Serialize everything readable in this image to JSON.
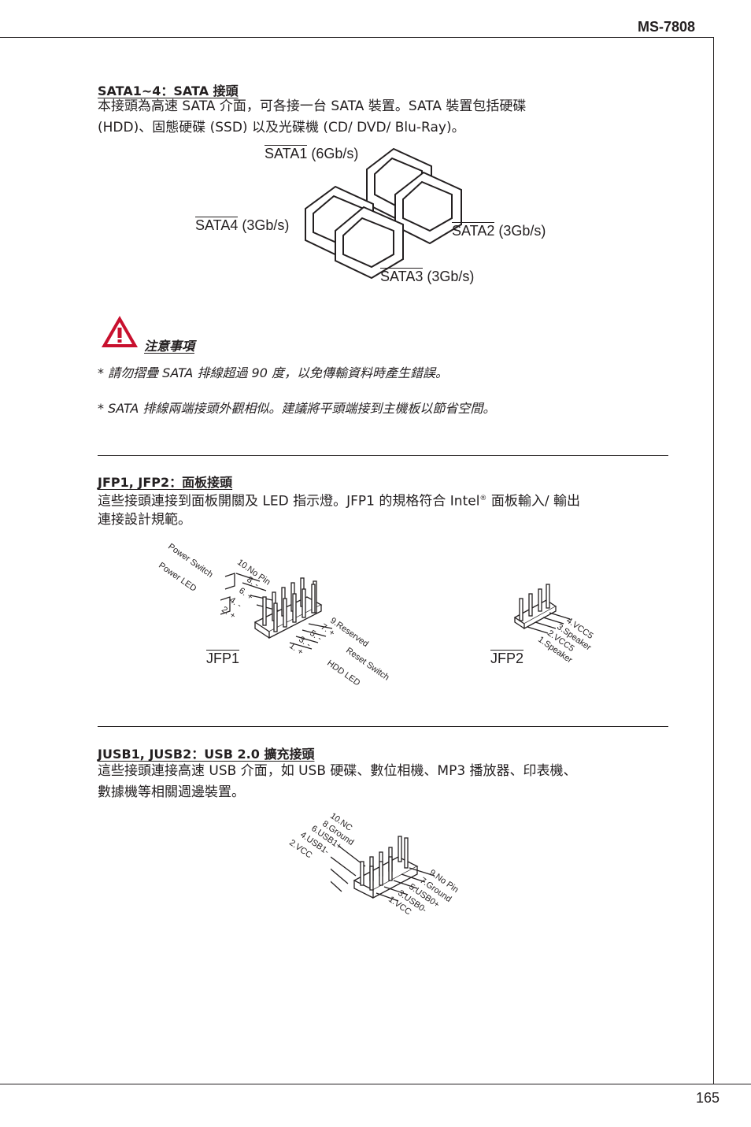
{
  "header": {
    "model": "MS-7808"
  },
  "sata": {
    "title": "SATA1~4：SATA 接頭",
    "desc_line1": "本接頭為高速 SATA 介面，可各接一台 SATA 裝置。SATA 裝置包括硬碟",
    "desc_line2": "(HDD)、固態硬碟 (SSD) 以及光碟機 (CD/ DVD/ Blu-Ray)。",
    "ports": [
      {
        "name": "SATA1",
        "speed": "(6Gb/s)"
      },
      {
        "name": "SATA4",
        "speed": "(3Gb/s)"
      },
      {
        "name": "SATA2",
        "speed": "(3Gb/s)"
      },
      {
        "name": "SATA3",
        "speed": "(3Gb/s)"
      }
    ]
  },
  "caution": {
    "title": "注意事項",
    "items": [
      "*  請勿摺疊 SATA 排線超過 90 度，以免傳輸資料時產生錯誤。",
      "*  SATA 排線兩端接頭外觀相似。建議將平頭端接到主機板以節省空間。"
    ]
  },
  "jfp": {
    "title": "JFP1, JFP2：面板接頭",
    "desc_line1_a": "這些接頭連接到面板開關及 LED 指示燈。JFP1 的規格符合 Intel",
    "desc_reg": "®",
    "desc_line1_b": " 面板輸入/ 輸出",
    "desc_line2": "連接設計規範。",
    "jfp1_label": "JFP1",
    "jfp2_label": "JFP2",
    "jfp1_pins": {
      "power_switch": "Power Switch",
      "power_led": "Power LED",
      "p10": "10.No Pin",
      "p8": "8. -",
      "p6": "6. +",
      "p4": "4. -",
      "p2": "2. +",
      "p9": "9.Reserved",
      "p7": "7. +",
      "p5": "5. -",
      "p3": "3. -",
      "p1": "1. +",
      "reset_switch": "Reset Switch",
      "hdd_led": "HDD LED"
    },
    "jfp2_pins": {
      "p4": "4.VCC5",
      "p3": "3.Speaker",
      "p2": "2.VCC5",
      "p1": "1.Speaker"
    }
  },
  "jusb": {
    "title": "JUSB1, JUSB2：USB 2.0 擴充接頭",
    "desc_line1": "這些接頭連接高速 USB 介面，如 USB 硬碟、數位相機、MP3 播放器、印表機、",
    "desc_line2": "數據機等相關週邊裝置。",
    "pins_even": [
      "10.NC",
      "8.Ground",
      "6.USB1+",
      "4.USB1-",
      "2.VCC"
    ],
    "pins_odd": [
      "9.No Pin",
      "7.Ground",
      "5.USB0+",
      "3.USB0-",
      "1.VCC"
    ]
  },
  "footer": {
    "page_number": "165"
  },
  "colors": {
    "warning_red": "#c8102e",
    "ink": "#231f20"
  }
}
